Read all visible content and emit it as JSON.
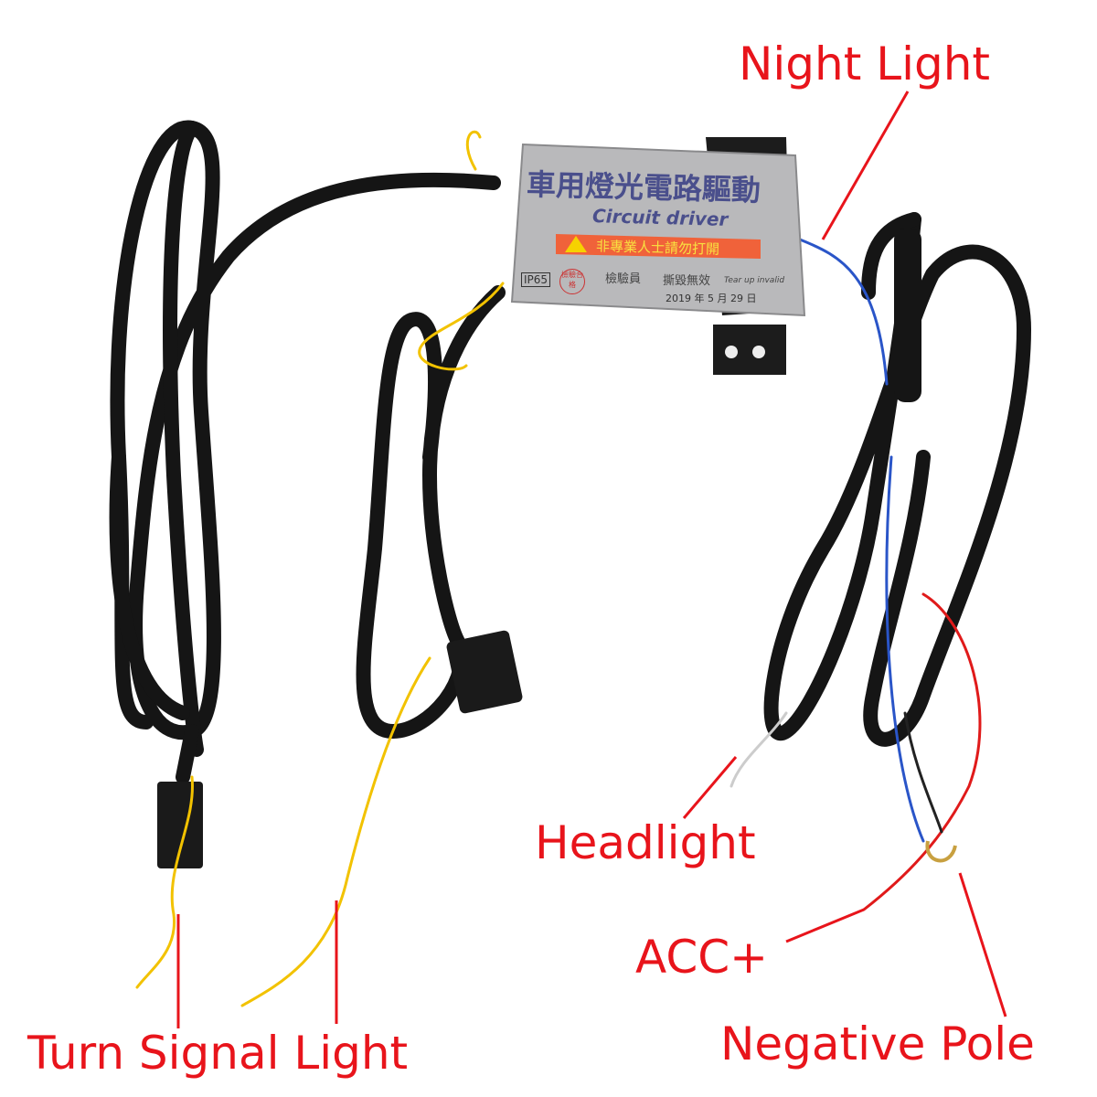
{
  "device": {
    "title_cn": "車用燈光電路驅動",
    "title_en": "Circuit driver",
    "warning": "非專業人士請勿打開",
    "rating": "IP65",
    "inspector": "檢驗員",
    "seal": "檢驗合格",
    "tear_notice_cn": "撕毀無效",
    "tear_notice_en": "Tear up invalid",
    "date": "2019 年 5 月 29 日"
  },
  "labels": {
    "night_light": "Night Light",
    "headlight": "Headlight",
    "acc": "ACC+",
    "negative_pole": "Negative Pole",
    "turn_signal": "Turn Signal Light"
  },
  "colors": {
    "label": "#e8141b",
    "box": "#b9b9bb",
    "box_text": "#4a4f8c",
    "warning_bar": "#f0623a",
    "cable": "#151515",
    "yellow_wire": "#f2c200",
    "red_wire": "#e01a1a",
    "blue_wire": "#2a55c8"
  }
}
